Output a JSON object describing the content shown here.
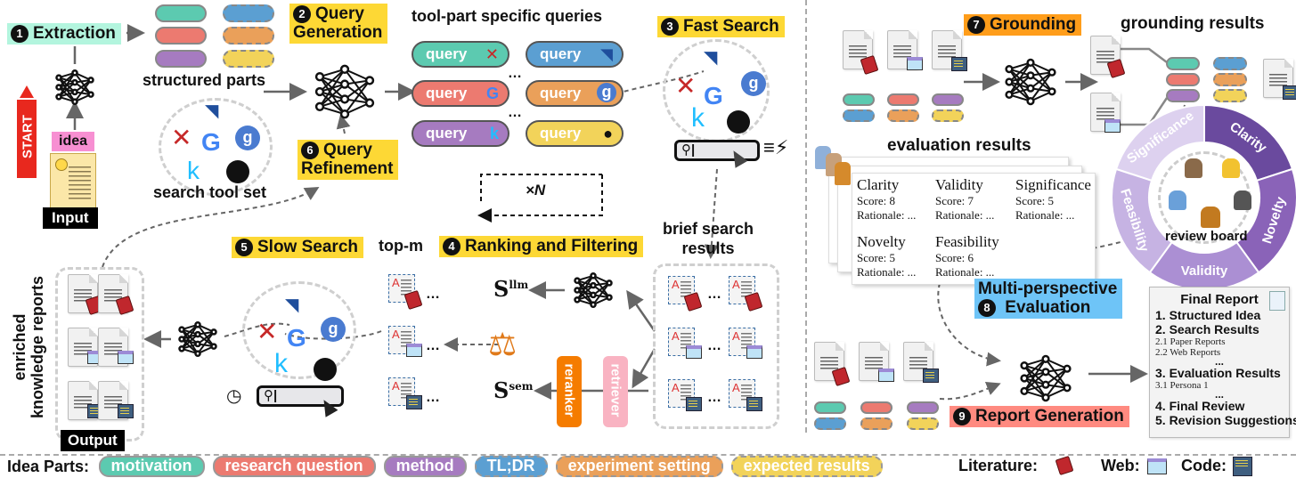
{
  "stages": {
    "s1": {
      "num": "1",
      "label": "Extraction"
    },
    "s2": {
      "num": "2",
      "label_line1": "Query",
      "label_line2": "Generation"
    },
    "s3": {
      "num": "3",
      "label": "Fast Search"
    },
    "s4": {
      "num": "4",
      "label": "Ranking and Filtering"
    },
    "s5": {
      "num": "5",
      "label": "Slow Search"
    },
    "s6": {
      "num": "6",
      "label_line1": "Query",
      "label_line2": "Refinement"
    },
    "s7": {
      "num": "7",
      "label": "Grounding"
    },
    "s8": {
      "label_line1": "Multi-perspective",
      "num": "8",
      "label_line2": "Evaluation"
    },
    "s9": {
      "num": "9",
      "label": "Report Generation"
    }
  },
  "captions": {
    "start": "START",
    "idea": "idea",
    "input": "Input",
    "output": "Output",
    "structured_parts": "structured parts",
    "search_tool_set": "search tool set",
    "tool_part_queries": "tool-part specific queries",
    "times_n": "×N",
    "brief_search_results_1": "brief search",
    "brief_search_results_2": "results",
    "top_m": "top-m",
    "enriched_1": "enriched",
    "enriched_2": "knowledge reports",
    "grounding_results": "grounding results",
    "evaluation_results": "evaluation results",
    "review_board": "review board",
    "s_llm_base": "S",
    "s_llm_sup": "llm",
    "s_sem_base": "S",
    "s_sem_sup": "sem",
    "reranker": "reranker",
    "retriever": "retriever",
    "ellipsis": "…"
  },
  "queries": [
    {
      "label": "query",
      "tool": "arxiv",
      "color": "#5ccab0"
    },
    {
      "label": "query",
      "tool": "semantic-scholar",
      "color": "#5b9fd2"
    },
    {
      "label": "query",
      "tool": "google",
      "color": "#ec7a70"
    },
    {
      "label": "query",
      "tool": "google-scholar",
      "color": "#eaa05a"
    },
    {
      "label": "query",
      "tool": "kaggle",
      "color": "#a67bc0"
    },
    {
      "label": "query",
      "tool": "github",
      "color": "#f2d35a"
    }
  ],
  "evaluation": {
    "cells": [
      {
        "dimension": "Clarity",
        "score": "Score: 8",
        "rationale": "Rationale: ..."
      },
      {
        "dimension": "Validity",
        "score": "Score: 7",
        "rationale": "Rationale: ..."
      },
      {
        "dimension": "Significance",
        "score": "Score: 5",
        "rationale": "Rationale: ..."
      },
      {
        "dimension": "Novelty",
        "score": "Score: 5",
        "rationale": "Rationale: ..."
      },
      {
        "dimension": "Feasibility",
        "score": "Score: 6",
        "rationale": "Rationale: ..."
      }
    ]
  },
  "review_wheel": {
    "segments": [
      {
        "label": "Clarity",
        "color": "#6a4a9e"
      },
      {
        "label": "Novelty",
        "color": "#8a63b8"
      },
      {
        "label": "Validity",
        "color": "#ab8fd3"
      },
      {
        "label": "Feasibility",
        "color": "#c6b3e3"
      },
      {
        "label": "Significance",
        "color": "#ddd1ef"
      }
    ]
  },
  "final_report": {
    "title": "Final Report",
    "items": [
      {
        "type": "main",
        "text": "1. Structured Idea"
      },
      {
        "type": "main",
        "text": "2. Search Results"
      },
      {
        "type": "sub",
        "text": "2.1 Paper Reports"
      },
      {
        "type": "sub",
        "text": "2.2 Web Reports"
      },
      {
        "type": "dots",
        "text": "..."
      },
      {
        "type": "main",
        "text": "3. Evaluation Results"
      },
      {
        "type": "sub",
        "text": "3.1 Persona 1"
      },
      {
        "type": "dots",
        "text": "..."
      },
      {
        "type": "main",
        "text": "4. Final Review"
      },
      {
        "type": "main",
        "text": "5. Revision Suggestions"
      }
    ]
  },
  "legend": {
    "idea_parts_label": "Idea Parts:",
    "parts": [
      {
        "label": "motivation",
        "color": "#5ccab0",
        "style": "solid"
      },
      {
        "label": "research question",
        "color": "#ec7a70",
        "style": "solid"
      },
      {
        "label": "method",
        "color": "#a67bc0",
        "style": "solid"
      },
      {
        "label": "TL;DR",
        "color": "#5b9fd2",
        "style": "dashed"
      },
      {
        "label": "experiment setting",
        "color": "#eaa05a",
        "style": "dashed"
      },
      {
        "label": "expected results",
        "color": "#f2d35a",
        "style": "dashed"
      }
    ],
    "literature_label": "Literature:",
    "web_label": "Web:",
    "code_label": "Code:"
  }
}
